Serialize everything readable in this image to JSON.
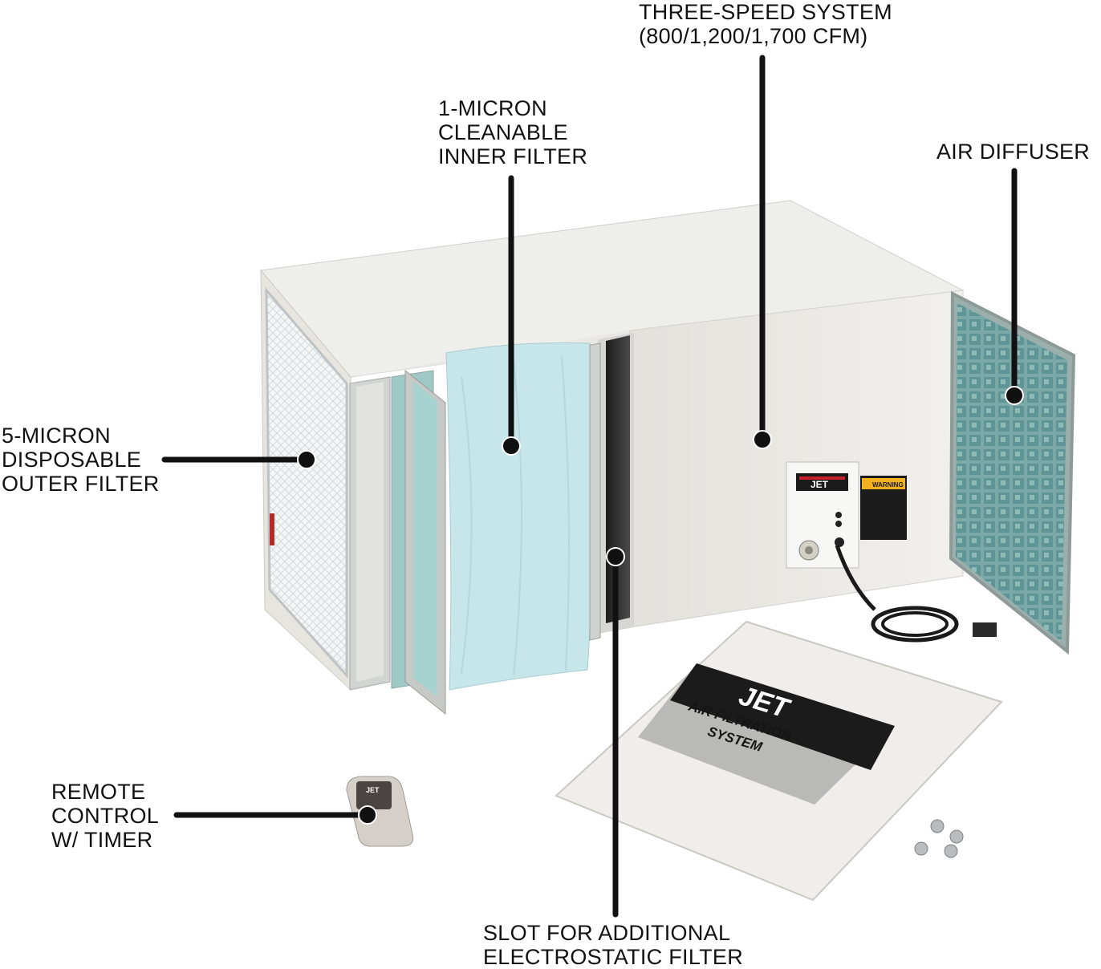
{
  "callouts": {
    "three_speed": {
      "line1": "THREE-SPEED SYSTEM",
      "line2": "(800/1,200/1,700 CFM)"
    },
    "inner_filter": {
      "line1": "1-MICRON",
      "line2": "CLEANABLE",
      "line3": "INNER FILTER"
    },
    "air_diffuser": {
      "line1": "AIR DIFFUSER"
    },
    "outer_filter": {
      "line1": "5-MICRON",
      "line2": "DISPOSABLE",
      "line3": "OUTER FILTER"
    },
    "remote": {
      "line1": "REMOTE",
      "line2": "CONTROL",
      "line3": "W/ TIMER"
    },
    "slot": {
      "line1": "SLOT FOR ADDITIONAL",
      "line2": "ELECTROSTATIC FILTER"
    }
  },
  "product": {
    "brand": "JET",
    "panel_line1": "AIR FILTRATION",
    "panel_line2": "SYSTEM",
    "warning_label": "WARNING"
  },
  "colors": {
    "cabinet": "#ececea",
    "callout_line": "#111111",
    "brand_red": "#c8202a",
    "filter_blue": "#b9dfe2",
    "diffuser_teal": "#6fa7a8"
  }
}
